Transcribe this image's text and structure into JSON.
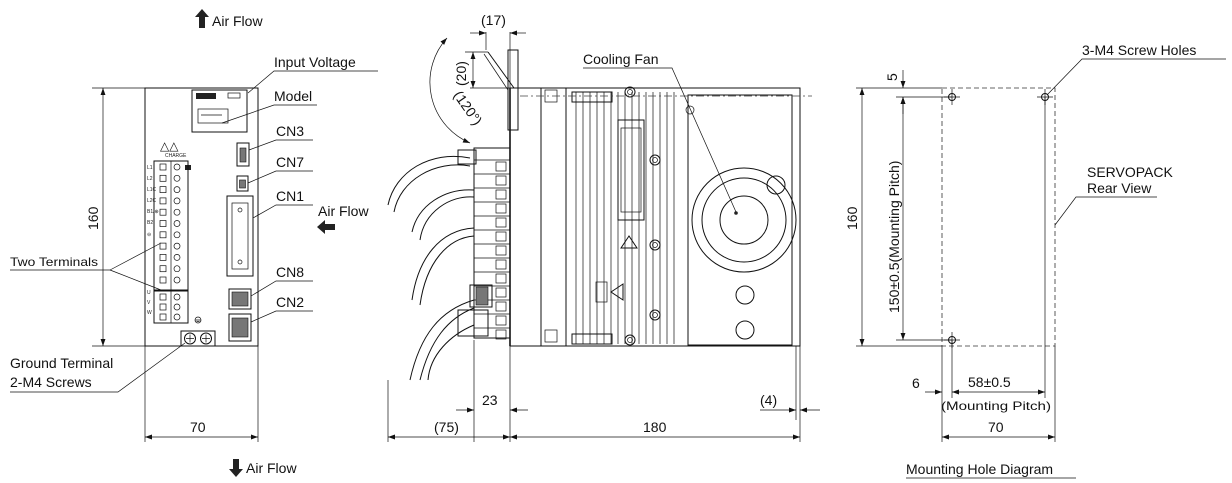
{
  "airflow": {
    "top": "Air Flow",
    "side": "Air Flow",
    "bottom": "Air Flow"
  },
  "front_view": {
    "input_voltage": "Input Voltage",
    "model": "Model",
    "connectors": {
      "cn3": "CN3",
      "cn7": "CN7",
      "cn1": "CN1",
      "cn8": "CN8",
      "cn2": "CN2"
    },
    "two_terminals": "Two Terminals",
    "ground_terminal_line1": "Ground Terminal",
    "ground_terminal_line2": "2-M4 Screws",
    "charge_text": "CHARGE",
    "terminal_labels": [
      "L1",
      "L2",
      "L1C",
      "L2C",
      "B1/⊕",
      "B2",
      "⊖",
      "U",
      "V",
      "W"
    ]
  },
  "side_view": {
    "cooling_fan": "Cooling Fan"
  },
  "rear_view": {
    "screw_holes": "3-M4 Screw Holes",
    "servopack_line1": "SERVOPACK",
    "servopack_line2": "Rear View",
    "caption": "Mounting Hole Diagram"
  },
  "dimensions": {
    "front_height": "160",
    "front_width": "70",
    "door_offset": "(17)",
    "door_gap": "(20)",
    "door_angle": "(120°)",
    "cable_depth": "(75)",
    "terminal_depth": "23",
    "body_depth": "180",
    "rear_offset": "(4)",
    "rear_height": "160",
    "top_hole_offset": "5",
    "hole_pitch_vertical": "150±0.5(Mounting Pitch)",
    "side_hole_offset": "6",
    "hole_pitch_horizontal": "58±0.5",
    "mounting_pitch_note": "(Mounting Pitch)",
    "rear_width": "70"
  }
}
